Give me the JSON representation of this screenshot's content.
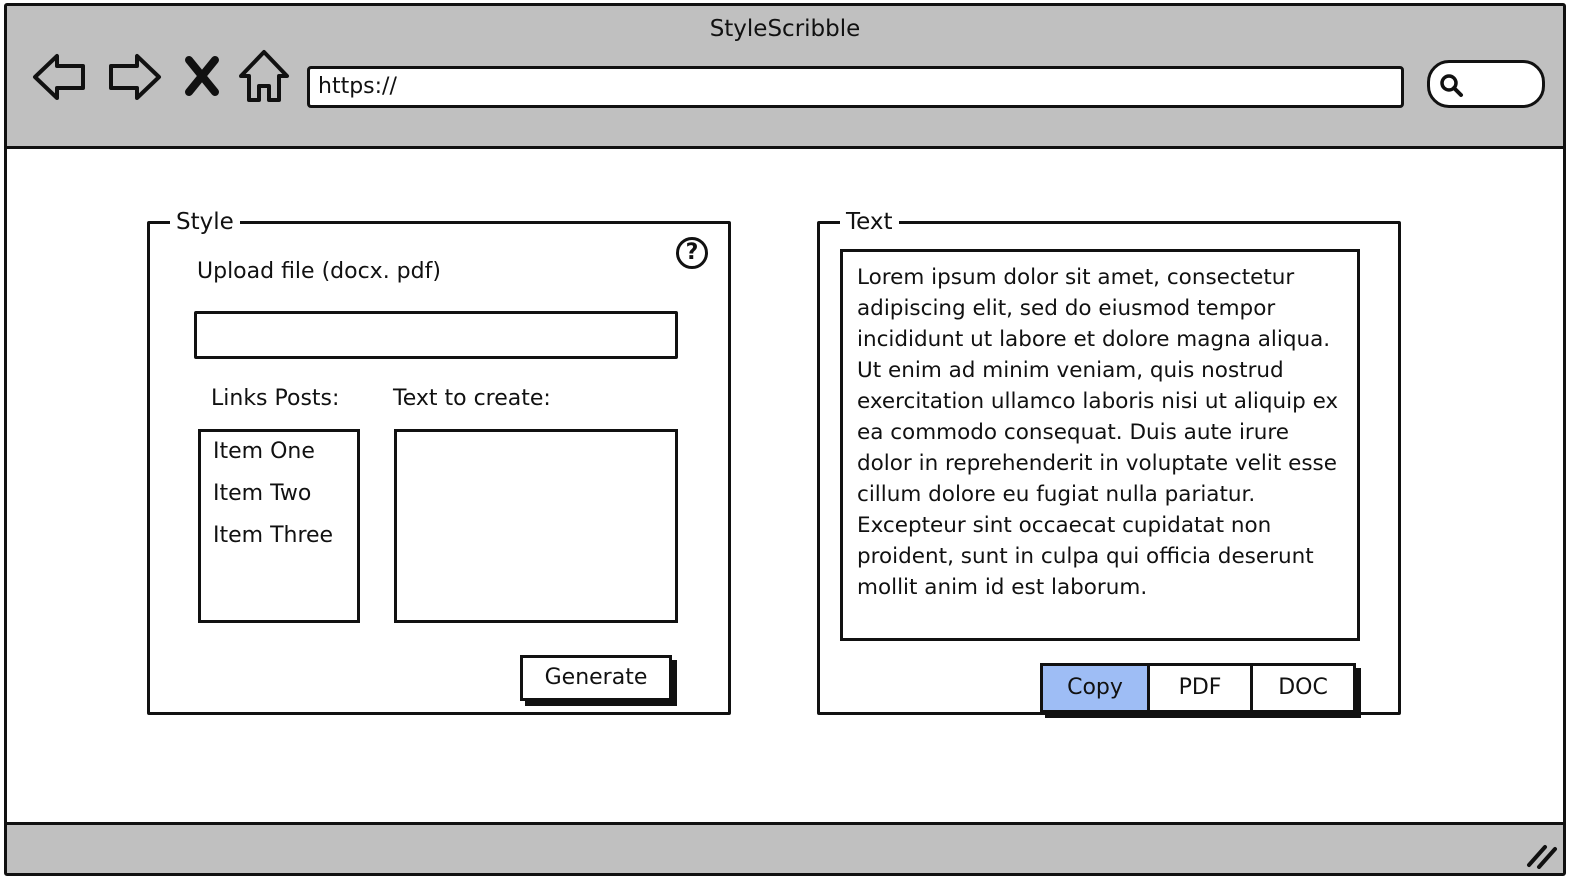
{
  "window": {
    "title": "StyleScribble"
  },
  "browser": {
    "url": "https://",
    "nav": [
      "back-icon",
      "forward-icon",
      "stop-icon",
      "home-icon"
    ],
    "search_icon": "search-icon"
  },
  "style_panel": {
    "legend": "Style",
    "help_glyph": "?",
    "upload_label": "Upload file (docx. pdf)",
    "upload_value": "",
    "links_label": "Links Posts:",
    "links_items": [
      "Item One",
      "Item Two",
      "Item Three"
    ],
    "create_label": "Text to create:",
    "create_value": "",
    "generate_label": "Generate"
  },
  "text_panel": {
    "legend": "Text",
    "body": "Lorem ipsum dolor sit amet, consectetur adipiscing elit, sed do eiusmod tempor incididunt ut labore et dolore magna aliqua. Ut enim ad minim veniam, quis nostrud exercitation ullamco laboris nisi ut aliquip ex ea commodo consequat. Duis aute irure dolor in reprehenderit in voluptate velit esse cillum dolore eu fugiat nulla pariatur. Excepteur sint occaecat cupidatat non proident, sunt in culpa qui officia deserunt mollit anim id est laborum.",
    "buttons": [
      "Copy",
      "PDF",
      "DOC"
    ],
    "selected_button": "Copy"
  },
  "colors": {
    "chrome": "#c0c0c0",
    "selected": "#9ebdf5",
    "stroke": "#111111"
  }
}
